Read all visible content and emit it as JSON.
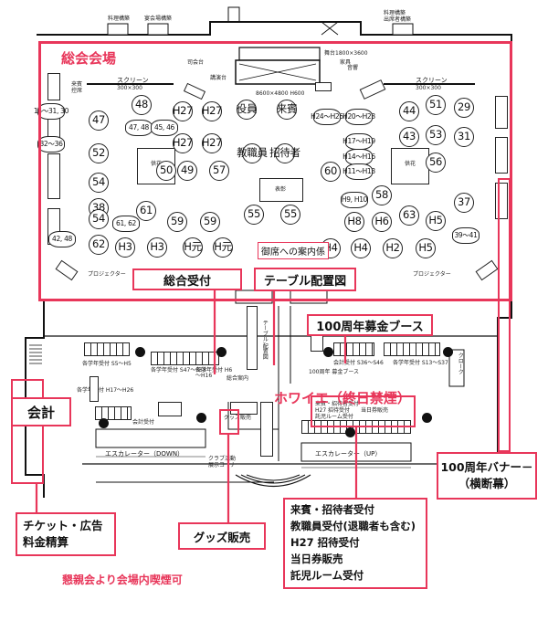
{
  "regions": {
    "hall": "総会会場",
    "foyer": "ホワイエ（終日禁煙）",
    "accounting": "会計",
    "no_smoking_note": "懇親会より会場内喫煙可"
  },
  "callouts": {
    "general_reception": "総合受付",
    "table_layout": "テーブル配置図",
    "anniversary_booth": "100周年募金ブース",
    "banner": [
      "100周年バナー－",
      "（横断幕）"
    ],
    "ticket": [
      "チケット・広告",
      "料金精算"
    ],
    "goods": "グッズ販売",
    "guest_reception": [
      "来賓・招待者受付",
      "教職員受付(退職者も含む)",
      "H27 招待受付",
      "当日券販売",
      "託児ルーム受付"
    ]
  },
  "hall_labels": {
    "screen_left": "スクリーン",
    "screen_left_size": "300×300",
    "screen_right": "スクリーン",
    "screen_right_size": "300×300",
    "stage_size": "8600×4800 H600",
    "reserved_left": [
      "来賓",
      "控席"
    ],
    "projector_left": "プロジェクター",
    "projector_right": "プロジェクター",
    "seat_guide": "御席への案内係",
    "kouhai_seat": "教職員",
    "flower": "供花",
    "table_label": "表彰",
    "podium": "司会台",
    "lectern_sign": "講演台",
    "top_left_a": "料理構築",
    "top_left_b": "宴会場構築",
    "top_right": [
      "料理構築",
      "出席者構築"
    ],
    "speaker": "音響",
    "stage_note": "舞台1800×3600",
    "kaoku": "家具"
  },
  "tables": [
    {
      "label": "47",
      "size": "l"
    },
    {
      "label": "48",
      "size": "l"
    },
    {
      "label": "H27",
      "size": "m"
    },
    {
      "label": "H27",
      "size": "m"
    },
    {
      "label": "役員",
      "size": "m"
    },
    {
      "label": "来賓",
      "size": "m"
    },
    {
      "label": "44",
      "size": "l"
    },
    {
      "label": "51",
      "size": "l"
    },
    {
      "label": "29",
      "size": "m"
    },
    {
      "label": "47, 48",
      "size": "m"
    },
    {
      "label": "45, 46",
      "size": "m"
    },
    {
      "label": "43",
      "size": "l"
    },
    {
      "label": "53",
      "size": "l"
    },
    {
      "label": "31",
      "size": "m"
    },
    {
      "label": "H27",
      "size": "m"
    },
    {
      "label": "H27",
      "size": "m"
    },
    {
      "label": "52",
      "size": "l"
    },
    {
      "label": "50",
      "size": "l"
    },
    {
      "label": "49",
      "size": "l"
    },
    {
      "label": "57",
      "size": "l"
    },
    {
      "label": "教職員",
      "size": "m"
    },
    {
      "label": "招待者",
      "size": "m"
    },
    {
      "label": "56",
      "size": "l"
    },
    {
      "label": "54",
      "size": "l"
    },
    {
      "label": "60",
      "size": "l"
    },
    {
      "label": "H9, H10",
      "size": "m"
    },
    {
      "label": "58",
      "size": "l"
    },
    {
      "label": "37",
      "size": "m"
    },
    {
      "label": "38",
      "size": "l"
    },
    {
      "label": "54",
      "size": "l"
    },
    {
      "label": "61, 62",
      "size": "m"
    },
    {
      "label": "61",
      "size": "l"
    },
    {
      "label": "59",
      "size": "l"
    },
    {
      "label": "59",
      "size": "l"
    },
    {
      "label": "55",
      "size": "l"
    },
    {
      "label": "55",
      "size": "l"
    },
    {
      "label": "H8",
      "size": "l"
    },
    {
      "label": "H6",
      "size": "l"
    },
    {
      "label": "63",
      "size": "l"
    },
    {
      "label": "H5",
      "size": "l"
    },
    {
      "label": "42, 48",
      "size": "m"
    },
    {
      "label": "62",
      "size": "l"
    },
    {
      "label": "H3",
      "size": "l"
    },
    {
      "label": "H3",
      "size": "l"
    },
    {
      "label": "H元",
      "size": "l"
    },
    {
      "label": "H元",
      "size": "l"
    },
    {
      "label": "H4",
      "size": "l"
    },
    {
      "label": "H4",
      "size": "l"
    },
    {
      "label": "H2",
      "size": "l"
    },
    {
      "label": "H5",
      "size": "l"
    },
    {
      "label": "39～41",
      "size": "m"
    },
    {
      "label": "15～31, 30",
      "size": "m"
    },
    {
      "label": "32～36",
      "size": "m"
    },
    {
      "label": "H24～H26",
      "size": "m"
    },
    {
      "label": "H20～H23",
      "size": "m"
    },
    {
      "label": "H17～H19",
      "size": "m"
    },
    {
      "label": "H14～H16",
      "size": "m"
    },
    {
      "label": "H11～H13",
      "size": "m"
    }
  ],
  "foyer_labels": {
    "counters": [
      "各学年受付 S5～H5",
      "各学年受付 S47～S58",
      "各学年受付 H6～H16",
      "会計受付 S36～S46",
      "各学年受付 S13～S37"
    ],
    "escalator_down": "エスカレーター（DOWN）",
    "escalator_up": "エスカレーター（UP）",
    "goods_counter": "グッズ販売",
    "club_corner": [
      "クラブ活動",
      "展示コーナー"
    ],
    "cloak": "クローク",
    "booth_small": "100周年 募金ブース",
    "table_layout_small": "テーブル 配置図",
    "counter_sign": "各学年受付 H17～H26",
    "reception_small": "総合案内",
    "fund_sign": "会計受付",
    "guest_sign": [
      "来賓・招待者受付",
      "H27 招待受付",
      "当日券販売",
      "託児ルーム受付"
    ]
  }
}
